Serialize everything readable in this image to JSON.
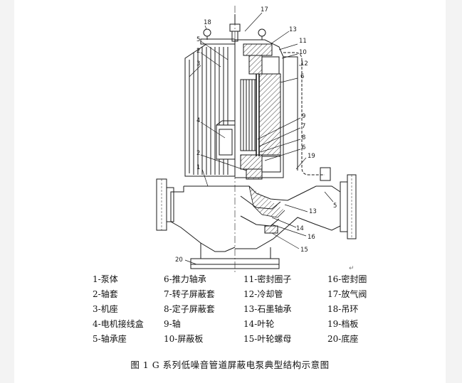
{
  "figure": {
    "caption": "图 1  G 系列低噪音管道屏蔽电泵典型结构示意图",
    "callouts": [
      "17",
      "18",
      "13",
      "11",
      "5",
      "2",
      "3",
      "10",
      "12",
      "6",
      "4",
      "9",
      "7",
      "8",
      "6",
      "19",
      "2",
      "1",
      "5",
      "13",
      "14",
      "16",
      "15",
      "20"
    ],
    "legend": [
      [
        "1-泵体",
        "6-推力轴承",
        "11-密封圈子",
        "16-密封圈"
      ],
      [
        "2-轴套",
        "7-转子屏蔽套",
        "12-冷却管",
        "17-放气阀"
      ],
      [
        "3-机座",
        "8-定子屏蔽套",
        "13-石墨轴承",
        "18-吊环"
      ],
      [
        "4-电机接线盒",
        "9-轴",
        "14-叶轮",
        "19-档板"
      ],
      [
        "5-轴承座",
        "10-屏蔽板",
        "15-叶轮螺母",
        "20-底座"
      ]
    ],
    "paragraph_mark": "↵",
    "colors": {
      "line": "#1a1a1a",
      "hatch": "#3a3a3a",
      "background": "#ffffff",
      "margin": "#f3f3f3"
    }
  }
}
